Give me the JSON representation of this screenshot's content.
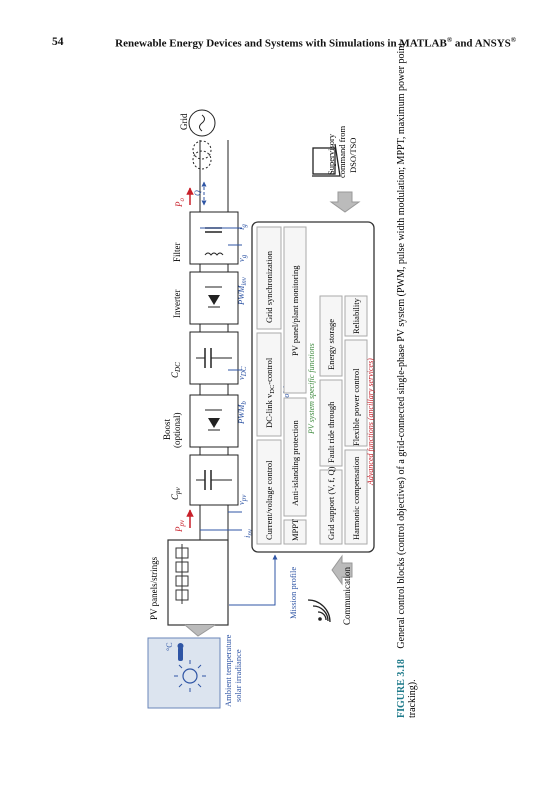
{
  "header": {
    "page_number": "54",
    "running_title_main": "Renewable Energy Devices and Systems with Simulations in MATLAB",
    "reg_mark": "®",
    "running_title_and": " and ANSYS"
  },
  "figure": {
    "power_stage": {
      "pv_panels_label": "PV panels/strings",
      "ambient_line1": "Ambient temperature",
      "ambient_line2": "solar irradiance",
      "celsius": "°C",
      "c_pv": "C",
      "c_pv_sub": "pv",
      "boost_line1": "Boost",
      "boost_line2": "(optional)",
      "c_dc": "C",
      "c_dc_sub": "DC",
      "inverter": "Inverter",
      "filter": "Filter",
      "grid": "Grid",
      "p_pv": "P",
      "p_pv_sub": "pv",
      "p_o": "P",
      "p_o_sub": "o",
      "q": "Q",
      "i_pv": "i",
      "i_pv_sub": "pv",
      "v_pv": "v",
      "v_pv_sub": "pv",
      "v_dc": "v",
      "v_dc_sub": "DC",
      "pwm_b": "PWM",
      "pwm_b_sub": "b",
      "pwm_inv": "PWM",
      "pwm_inv_sub": "inv",
      "v_g": "v",
      "v_g_sub": "g",
      "i_g": "i",
      "i_g_sub": "g"
    },
    "control": {
      "basic": {
        "current_voltage": "Current/voltage control",
        "dc_link": "DC-link v",
        "dc_link_sub": "DC",
        "dc_link_tail": "-control",
        "grid_sync": "Grid synchronization",
        "title": "Basic control functions"
      },
      "pv_specific": {
        "mppt": "MPPT",
        "anti_islanding": "Anti-islanding protection",
        "pv_monitoring": "PV panel/plant monitoring",
        "title": "PV system specific functions"
      },
      "advanced": {
        "grid_support": "Grid support (V, f, Q)",
        "fault_ride": "Fault ride through",
        "energy_storage": "Energy storage",
        "harmonic": "Harmonic compensation",
        "flexible_power": "Flexible power control",
        "reliability": "Reliability",
        "title": "Advanced functions (ancillary services)"
      }
    },
    "mission_profile": "Mission profile",
    "communication": "Communication",
    "supervisory_line1": "Supervisory",
    "supervisory_line2": "command from",
    "supervisory_line3": "DSO/TSO"
  },
  "caption": {
    "label": "FIGURE 3.18",
    "line1": "General control blocks (control objectives) of a grid-connected single-phase PV system (PWM, pulse width modulation; MPPT, maximum power point",
    "line2": "tracking)."
  },
  "colors": {
    "blue": "#2f55a5",
    "red": "#c8202a",
    "green": "#3d8a3d",
    "teal_caption": "#1e7a8a"
  }
}
